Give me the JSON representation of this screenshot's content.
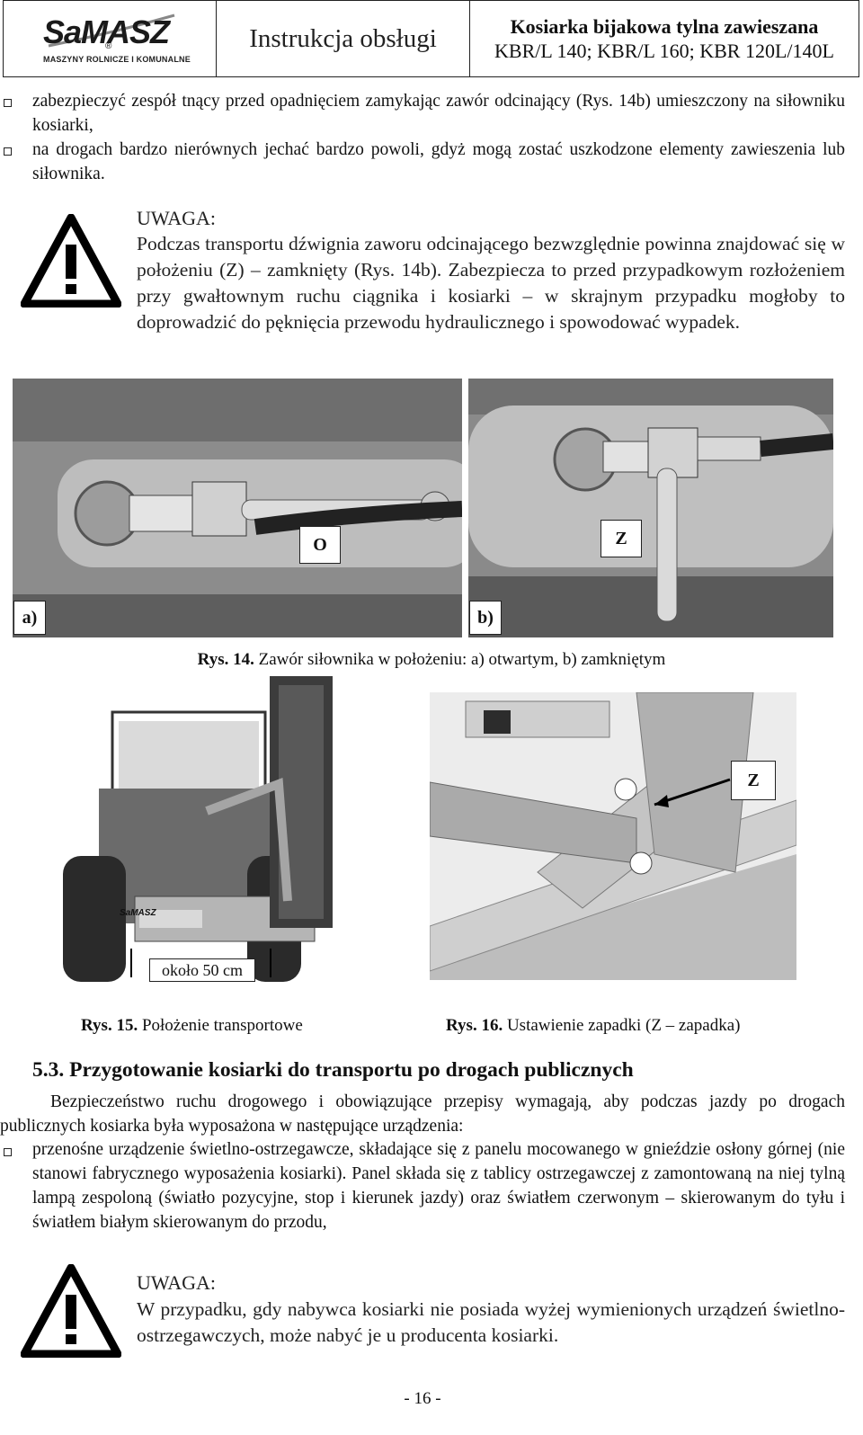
{
  "header": {
    "logo_text": "SaMASZ",
    "logo_reg": "®",
    "logo_sub": "MASZYNY ROLNICZE I KOMUNALNE",
    "doc_type": "Instrukcja obsługi",
    "product_title": "Kosiarka bijakowa tylna zawieszana",
    "models": "KBR/L 140; KBR/L 160; KBR 120L/140L"
  },
  "bullets_top": [
    "zabezpieczyć zespół tnący przed opadnięciem zamykając zawór odcinający (Rys. 14b) umieszczony na siłowniku kosiarki,",
    "na drogach bardzo nierównych jechać bardzo powoli, gdyż mogą zostać uszkodzone elementy zawieszenia lub siłownika."
  ],
  "warning1": {
    "title": "UWAGA:",
    "text": "Podczas transportu dźwignia zaworu odcinającego bezwzględnie powinna znajdować się w położeniu (Z) – zamknięty (Rys. 14b). Zabezpiecza to przed przypadkowym rozłożeniem przy gwałtownym ruchu ciągnika i kosiarki – w skrajnym przypadku mogłoby to doprowadzić do pęknięcia przewodu hydraulicznego i spowodować wypadek."
  },
  "fig14": {
    "label_a": "a)",
    "label_b": "b)",
    "label_o": "O",
    "label_z": "Z",
    "caption_num": "Rys. 14.",
    "caption_text": "Zawór siłownika w położeniu: a) otwartym, b) zamkniętym"
  },
  "fig15": {
    "badge": "SaMASZ",
    "measure": "około 50 cm",
    "caption_num": "Rys. 15.",
    "caption_text": "Położenie transportowe"
  },
  "fig16": {
    "label_z": "Z",
    "caption_num": "Rys. 16.",
    "caption_text": "Ustawienie zapadki (Z – zapadka)"
  },
  "section": {
    "number": "5.3.",
    "title": "Przygotowanie kosiarki do transportu po drogach publicznych",
    "intro": "Bezpieczeństwo ruchu drogowego i obowiązujące przepisy wymagają, aby podczas jazdy po drogach publicznych kosiarka była wyposażona w następujące urządzenia:",
    "bullet": "przenośne urządzenie świetlno-ostrzegawcze, składające się z panelu mocowanego w gnieździe osłony górnej (nie stanowi fabrycznego wyposażenia kosiarki). Panel składa się z tablicy ostrzegawczej z zamontowaną na niej tylną lampą zespoloną (światło pozycyjne, stop i kierunek jazdy) oraz światłem czerwonym – skierowanym do tyłu i światłem białym skierowanym do przodu,"
  },
  "warning2": {
    "title": "UWAGA:",
    "text": "W przypadku, gdy nabywca kosiarki nie posiada wyżej wymienionych urządzeń świetlno-ostrzegawczych, może nabyć je u producenta kosiarki."
  },
  "footer": {
    "page": "- 16 -"
  }
}
